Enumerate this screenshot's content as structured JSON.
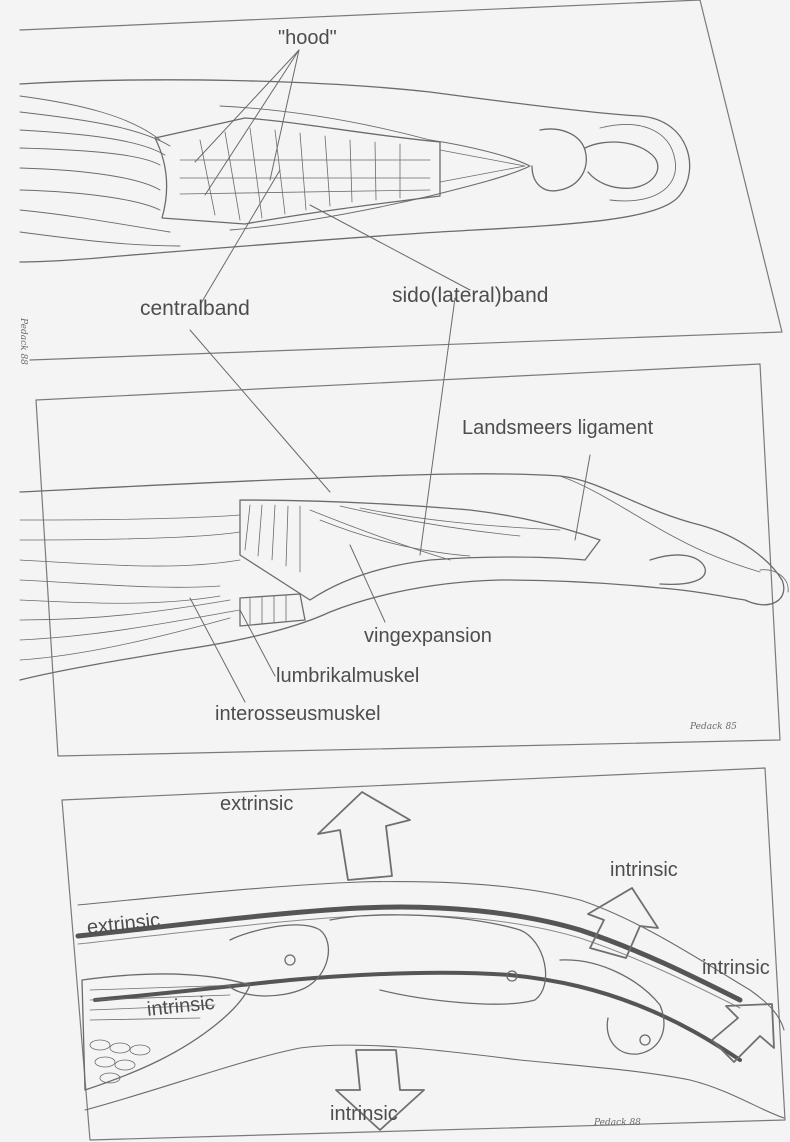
{
  "panel1": {
    "labels": {
      "hood": "\"hood\"",
      "centralband": "centralband",
      "lateral_band": "sido(lateral)band"
    },
    "signature": "Pedack 88"
  },
  "panel2": {
    "labels": {
      "landsmeers_ligament": "Landsmeers ligament",
      "vingexpansion": "vingexpansion",
      "lumbrikalmuskel": "lumbrikalmuskel",
      "interosseusmuskel": "interosseusmuskel"
    },
    "signature": "Pedack 85"
  },
  "panel3": {
    "labels": {
      "extrinsic_arrow": "extrinsic",
      "extrinsic_tendon": "extrinsic",
      "intrinsic_muscle": "intrinsic",
      "intrinsic_down": "intrinsic",
      "intrinsic_upper_right": "intrinsic",
      "intrinsic_far_right": "intrinsic"
    },
    "signature": "Pedack 88"
  },
  "colors": {
    "paper": "#f4f4f4",
    "ink": "#4a4a4a",
    "thick_tendon": "#666666"
  }
}
